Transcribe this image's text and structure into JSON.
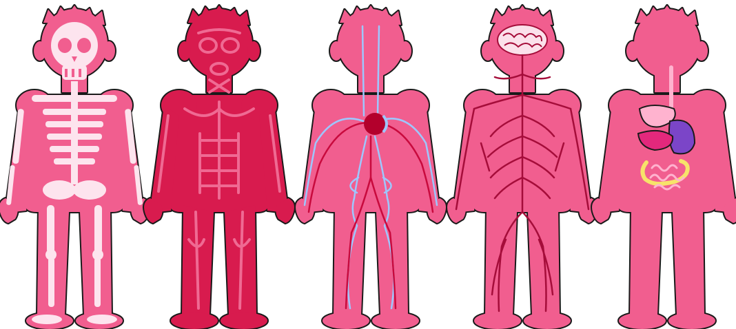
{
  "panels": [
    {
      "system": "skeletal-system"
    },
    {
      "system": "muscular-system"
    },
    {
      "system": "circulatory-system"
    },
    {
      "system": "nervous-system"
    },
    {
      "system": "digestive-system"
    }
  ],
  "colors": {
    "background": "#ffffff",
    "outline": "#1a1a1a",
    "skin": "#f15e8f",
    "bone": "#fde4ee",
    "muscle_dark": "#d81b4e",
    "muscle_light": "#ef6a93",
    "heart": "#b3002c",
    "vein_blue": "#9ec7ff",
    "vein_red": "#c80a3d",
    "nerve": "#a50d3a",
    "brain": "#fbe1eb",
    "organ_pink": "#ffb3cf",
    "organ_magenta": "#e3287c",
    "organ_purple": "#7b45c8",
    "organ_yellow": "#f7e36a"
  }
}
